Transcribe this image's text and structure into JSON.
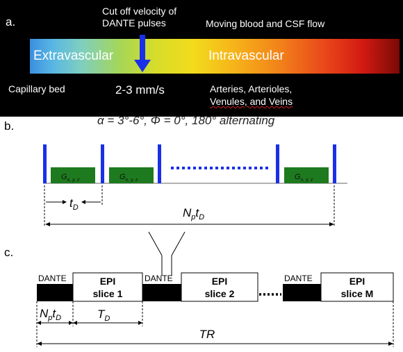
{
  "panel_a": {
    "label": "a.",
    "cutoff_title_line1": "Cut off velocity of",
    "cutoff_title_line2": "DANTE pulses",
    "flow_title": "Moving blood and CSF flow",
    "extravascular": "Extravascular",
    "intravascular": "Intravascular",
    "capillary_bed": "Capillary bed",
    "velocity": "2-3 mm/s",
    "vessels_line1": "Arteries, Arterioles,",
    "vessels_line2": "Venules, and Veins",
    "colors": {
      "background": "#000000",
      "arrow": "#1a2fe8",
      "gradient_start": "#3b8fe0",
      "gradient_end": "#7a0a06"
    }
  },
  "panel_b": {
    "label": "b.",
    "params": "α = 3°-6°, Φ = 0°, 180° alternating",
    "gradient_label": "G",
    "gradient_sub": "x, y, z",
    "td_label": "t",
    "td_sub": "D",
    "np_label_n": "N",
    "np_label_p": "p",
    "np_label_t": "t",
    "np_label_d": "D",
    "colors": {
      "pulse": "#1a2fe8",
      "gradient_block": "#1e7a1e"
    }
  },
  "panel_c": {
    "label": "c.",
    "dante_1": "DANTE",
    "dante_2": "DANTE",
    "dante_3": "DANTE",
    "epi_1_line1": "EPI",
    "epi_1_line2": "slice 1",
    "epi_2_line1": "EPI",
    "epi_2_line2": "slice 2",
    "epi_3_line1": "EPI",
    "epi_3_line2": "slice M",
    "np_n": "N",
    "np_p": "p",
    "np_t": "t",
    "np_d": "D",
    "td_t": "T",
    "td_d": "D",
    "tr": "TR"
  }
}
